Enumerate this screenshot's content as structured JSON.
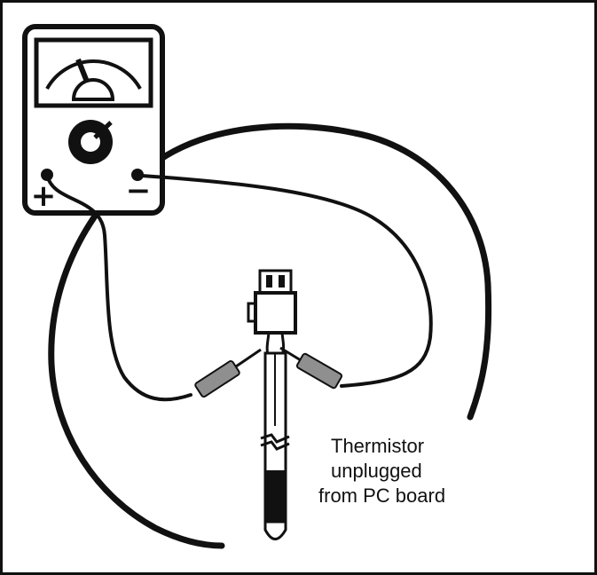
{
  "diagram": {
    "caption_lines": [
      "Thermistor",
      "unplugged",
      "from PC board"
    ],
    "meter": {
      "positive_symbol": "+",
      "negative_symbol": "−"
    },
    "colors": {
      "ink": "#111111",
      "probe_tip": "#8f8f8f",
      "background": "#ffffff"
    }
  }
}
